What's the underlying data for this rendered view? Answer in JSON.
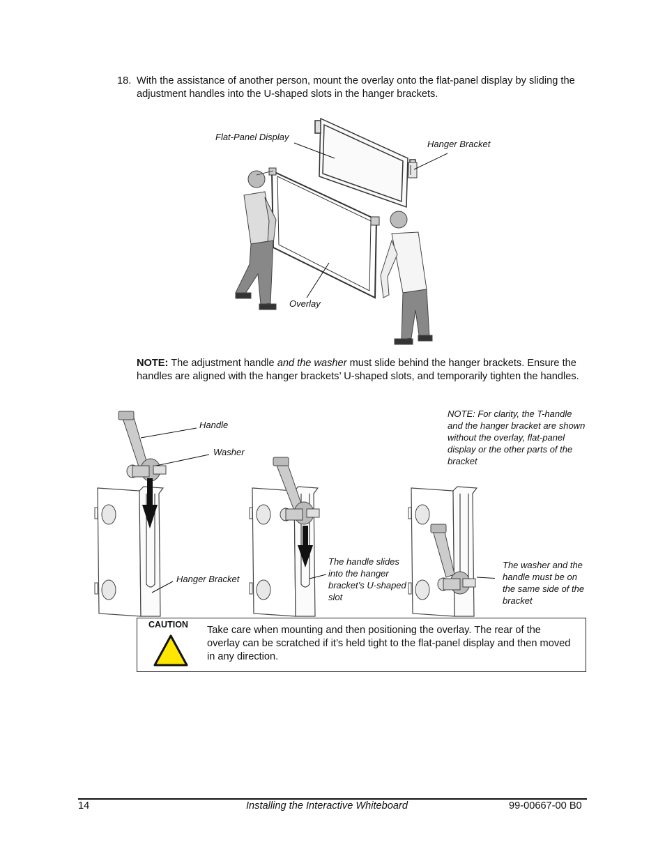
{
  "step": {
    "number": "18.",
    "text": "With the assistance of another person, mount the overlay onto the flat-panel display by sliding the adjustment handles into the U-shaped slots in the hanger brackets."
  },
  "figure1": {
    "label_display": "Flat-Panel Display",
    "label_bracket": "Hanger Bracket",
    "label_overlay": "Overlay"
  },
  "note": {
    "prefix": "NOTE:",
    "part1": " The adjustment handle ",
    "emphasis": "and the washer",
    "part2": " must slide behind the hanger brackets. Ensure the handles are aligned with the hanger brackets’ U-shaped slots, and temporarily tighten the handles."
  },
  "figure2": {
    "label_handle": "Handle",
    "label_washer": "Washer",
    "label_bracket": "Hanger Bracket",
    "label_slides": "The handle slides into the hanger bracket’s U-shaped slot",
    "label_same_side": "The washer and the handle must be on the same side of the bracket",
    "label_clarity": "NOTE: For clarity, the T-handle and the hanger bracket are shown without the overlay, flat-panel display or the other parts of the bracket"
  },
  "caution": {
    "title": "CAUTION",
    "text": "Take care when mounting and then positioning the overlay. The rear of the overlay can be scratched if it’s held tight to the flat-panel display and then moved in any direction.",
    "icon_color": "#FFE600"
  },
  "footer": {
    "page": "14",
    "title": "Installing the Interactive Whiteboard",
    "doc_id": "99-00667-00 B0"
  }
}
